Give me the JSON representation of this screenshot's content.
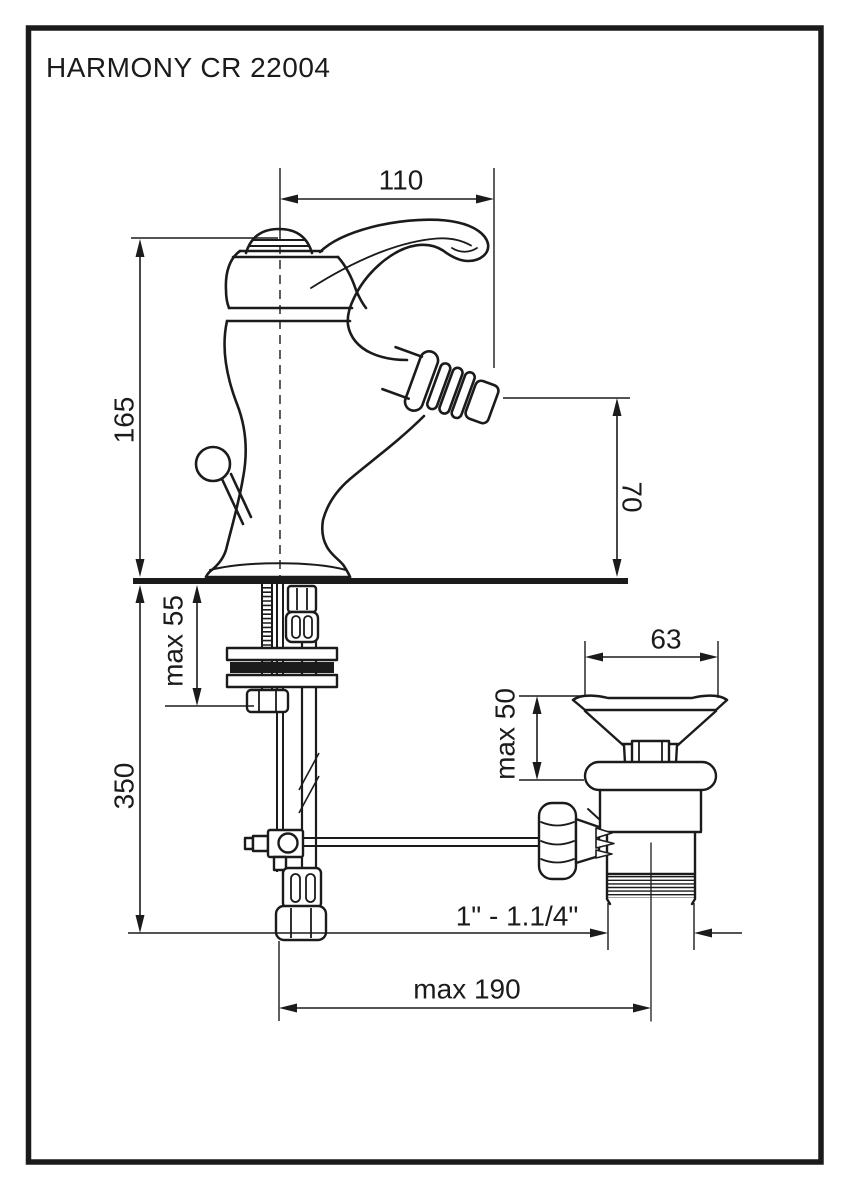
{
  "title": "HARMONY CR 22004",
  "dimensions": {
    "spout_reach": "110",
    "total_height": "165",
    "spout_height": "70",
    "deck_max": "max 55",
    "hose_length": "350",
    "drain_diameter": "63",
    "drain_deck_max": "max 50",
    "thread_size": "1\" - 1.1/4\"",
    "rod_reach": "max 190"
  },
  "colors": {
    "ink": "#1b1b1b",
    "paper": "#ffffff"
  }
}
